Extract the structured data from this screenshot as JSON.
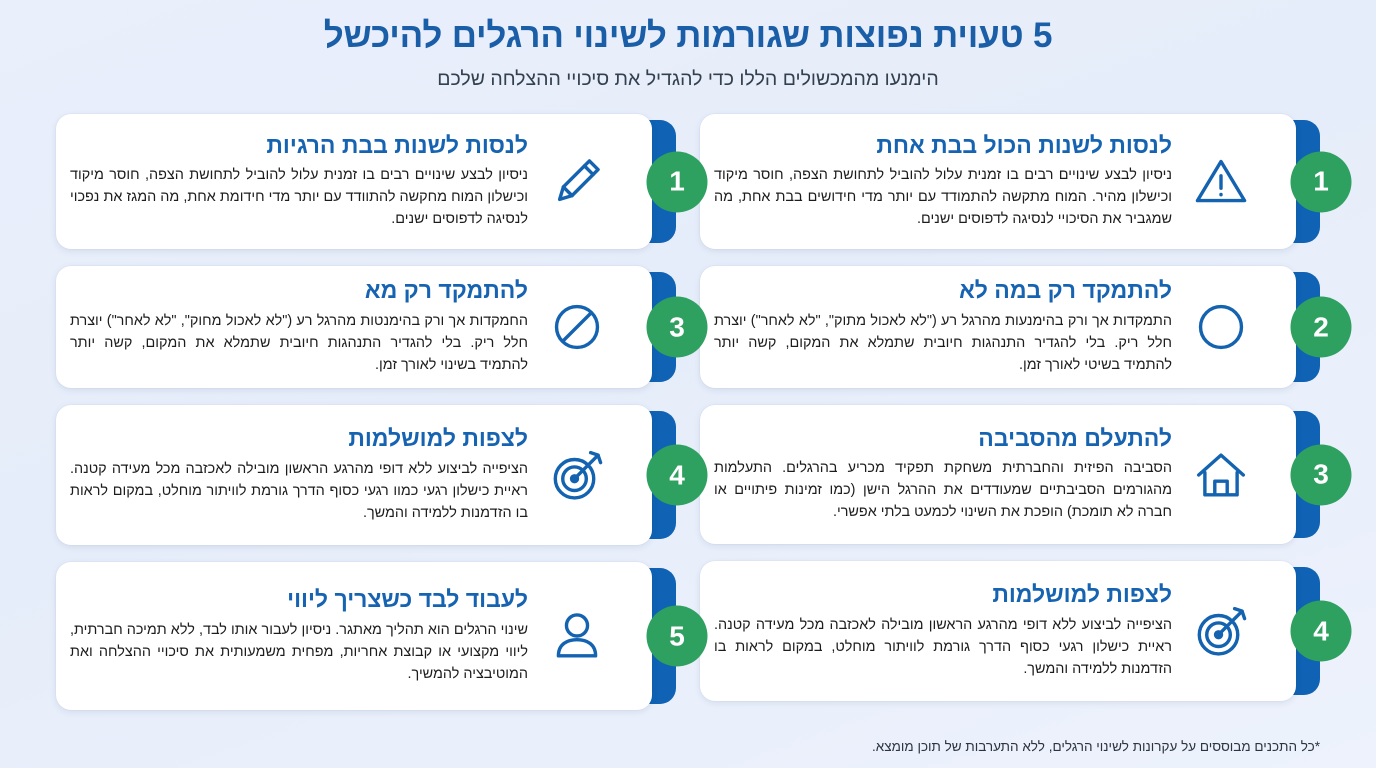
{
  "header": {
    "title": "5 טעוית נפוצות שגורמות לשינוי הרגלים להיכשל",
    "subtitle": "הימנעו מהמכשולים הללו כדי להגדיל את סיכויי ההצלחה שלכם"
  },
  "colors": {
    "background": "#e9effb",
    "title_blue": "#1a5ea8",
    "card_title_blue": "#1663b2",
    "accent_bar_blue": "#0f62b4",
    "badge_green": "#2ea05f",
    "icon_blue": "#1463b0",
    "card_white": "#ffffff",
    "body_text": "#1d1d1d"
  },
  "left_column": {
    "cards": [
      {
        "number": "1",
        "title": "לנסות לשנות הכול בבת אחת",
        "body": "ניסיון לבצע שינויים רבים בו זמנית עלול להוביל לתחושת הצפה, חוסר מיקוד וכישלון מהיר. המוח מתקשה להתמודד עם יותר מדי חידושים בבת אחת, מה שמגביר את הסיכויי לנסיגה לדפוסים ישנים.",
        "icon": "warning-triangle-icon"
      },
      {
        "number": "2",
        "title": "להתמקד רק במה לא",
        "body": "התמקדות אך ורק בהימנעות מהרגל רע (\"לא לאכול מתוק\", \"לא לאחר\") יוצרת חלל ריק. בלי להגדיר התנהגות חיובית שתמלא את המקום, קשה יותר להתמיד בשיטי לאורך זמן.",
        "icon": "circle-icon"
      },
      {
        "number": "3",
        "title": "להתעלם מהסביבה",
        "body": "הסביבה הפיזית והחברתית משחקת תפקיד מכריע בהרגלים. התעלמות מהגורמים הסביבתיים שמעודדים את ההרגל הישן (כמו זמינות פיתויים או חברה לא תומכת) הופכת את השינוי לכמעט בלתי אפשרי.",
        "icon": "house-icon"
      },
      {
        "number": "4",
        "title": "לצפות למושלמות",
        "body": "הציפייה לביצוע ללא דופי מהרגע הראשון מובילה לאכזבה מכל מעידה קטנה. ראיית כישלון רגעי כסוף הדרך גורמת לוויתור מוחלט, במקום לראות בו הזדמנות ללמידה והמשך.",
        "icon": "target-icon"
      }
    ]
  },
  "right_column": {
    "cards": [
      {
        "number": "1",
        "title": "לנסות לשנות בבת הרגיות",
        "body": "ניסיון לבצע שינויים רבים בו זמנית עלול להוביל לתחושת הצפה, חוסר מיקוד וכישלון המוח מחקשה להתוודד עם יותר מדי חידומת אחת, מה המגז את נפכוי לנסיגה לדפוסים ישנים.",
        "icon": "pencil-icon"
      },
      {
        "number": "3",
        "title": "להתמקד רק מא",
        "body": "החמקדות אך ורק בהימנטות מהרגל רע (\"לא לאכול מחוק\", \"לא לאחר\") יוצרת חלל ריק. בלי להגדיר התנהגות חיובית שתמלא את המקום, קשה יותר להתמיד בשינוי לאורך זמן.",
        "icon": "prohibition-icon"
      },
      {
        "number": "4",
        "title": "לצפות למושלמות",
        "body": "הציפייה לביצוע ללא דופי מהרגע הראשון מובילה לאכזבה מכל מעידה קטנה. ראיית כישלון רגעי כמוו רגעי כסוף הדרך גורמת לוויתור מוחלט, במקום לראות בו הזדמנות ללמידה והמשך.",
        "icon": "target-icon"
      },
      {
        "number": "5",
        "title": "לעבוד לבד כשצריך ליווי",
        "body": "שינוי הרגלים הוא תהליך מאתגר. ניסיון לעבור אותו לבד, ללא תמיכה חברתית, ליווי מקצועי או קבוצת אחריות, מפחית משמעותית את סיכויי ההצלחה ואת המוטיבציה להמשיך.",
        "icon": "person-icon"
      }
    ]
  },
  "footnote": "*כל התכנים מבוססים על עקרונות לשינוי הרגלים, ללא התערבות של תוכן מומצא."
}
